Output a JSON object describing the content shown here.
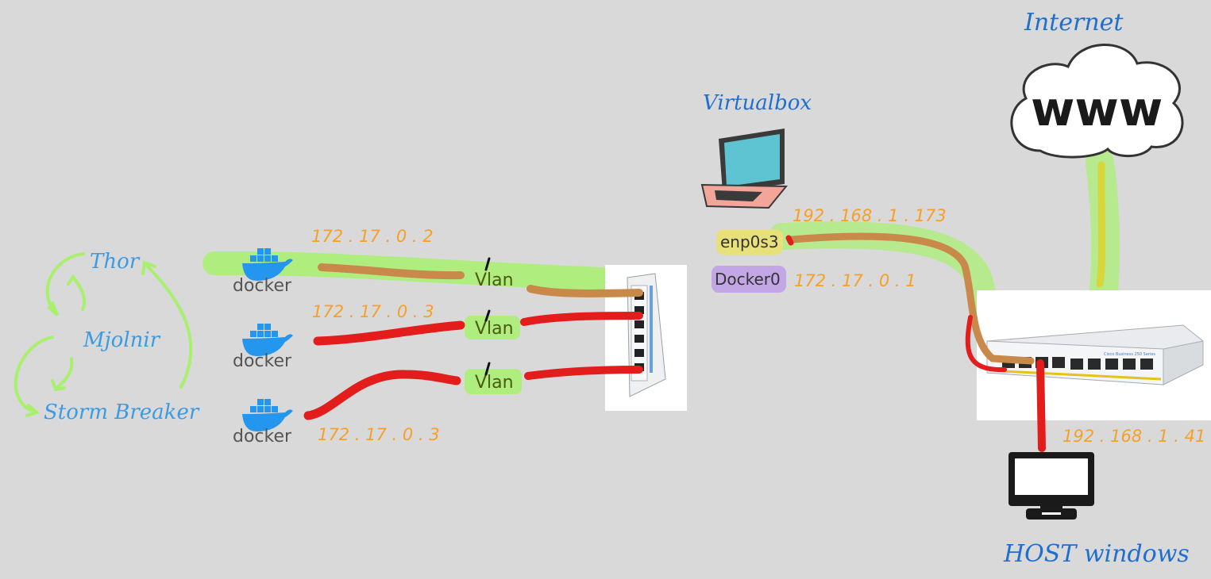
{
  "colors": {
    "background": "#d9d9d9",
    "label_blue": "#1f6fd1",
    "name_blue": "#3b9be3",
    "ip_orange": "#f5a028",
    "cable_red": "#e31c1c",
    "cable_brown": "#c8894a",
    "highlight_green": "#a8f06e",
    "uplink_yellow": "#d8d63a",
    "iface_yellow": "#e8e07a",
    "iface_purple": "#c3a6e6",
    "vlan_text": "#4a5a10"
  },
  "labels": {
    "internet": "Internet",
    "www": "www",
    "virtualbox": "Virtualbox",
    "host_windows": "HOST windows",
    "iface_enp": "enp0s3",
    "iface_docker": "Docker0",
    "ip_host_vm": "192 . 168 . 1 . 173",
    "ip_docker0": "172 . 17 . 0 . 1",
    "ip_host": "192 . 168 . 1 . 41",
    "ip_c1": "172 . 17 . 0 . 2",
    "ip_c2": "172 . 17 . 0 . 3",
    "ip_c3": "172 . 17 . 0 . 3",
    "vlan": "Vlan",
    "docker": "docker",
    "switch_brand": "Cisco Business 250 Series"
  },
  "servers": [
    "Thor",
    "Mjolnir",
    "Storm Breaker"
  ]
}
